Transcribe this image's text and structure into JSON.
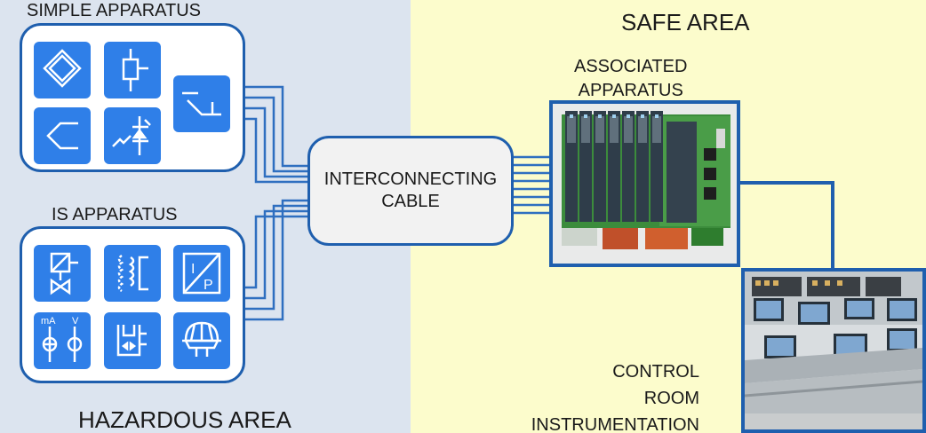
{
  "zones": {
    "hazardous": "HAZARDOUS AREA",
    "safe": "SAFE AREA"
  },
  "groups": {
    "simple": {
      "title": "SIMPLE APPARATUS",
      "icons": [
        "bridge-sensor-icon",
        "resistor-icon",
        "thermocouple-icon",
        "photodiode-icon",
        "switch-icon"
      ]
    },
    "is": {
      "title": "IS APPARATUS",
      "icons": [
        "solenoid-valve-icon",
        "transformer-coil-icon",
        "ip-converter-icon",
        "ma-v-meter-icon",
        "module-icon",
        "beacon-icon"
      ],
      "meter_labels": [
        "mA",
        "V"
      ],
      "ip_letters": [
        "I",
        "P"
      ]
    }
  },
  "cable": {
    "line1": "INTERCONNECTING",
    "line2": "CABLE"
  },
  "associated": {
    "line1": "ASSOCIATED",
    "line2": "APPARATUS",
    "image": "din-rail-isolator-modules-photo"
  },
  "control_room": {
    "line1": "CONTROL",
    "line2": "ROOM",
    "line3": "INSTRUMENTATION",
    "image": "control-room-consoles-photo"
  },
  "colors": {
    "hazardous_bg": "#dce4ef",
    "safe_bg": "#fcfccc",
    "accent_blue": "#1f5fae",
    "tile_blue": "#2f7fe8",
    "module_green": "#3f8a3f"
  }
}
